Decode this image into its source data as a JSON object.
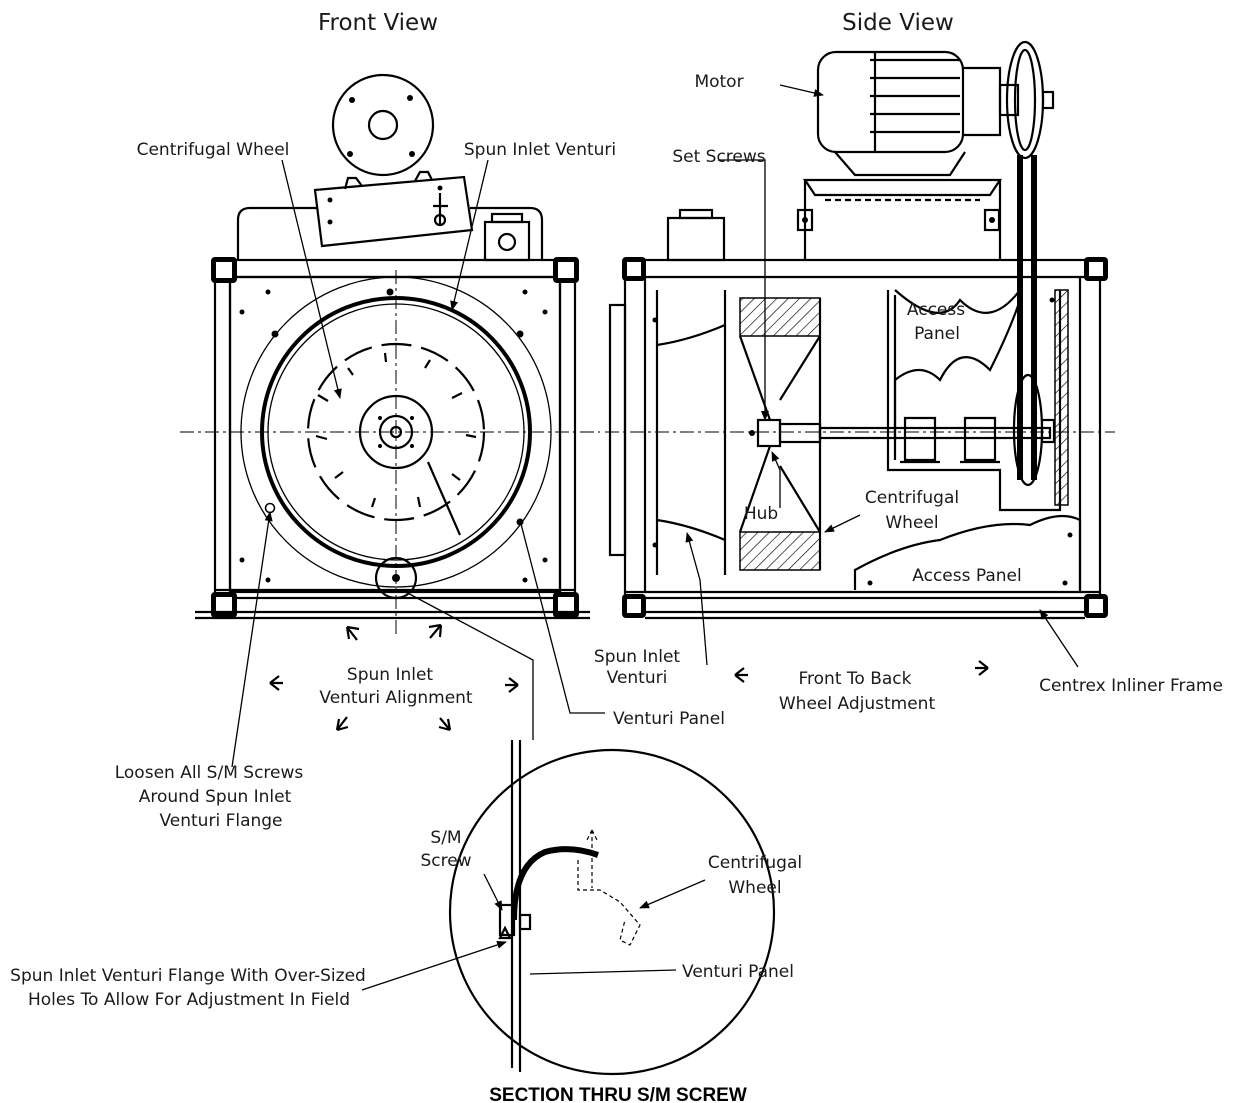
{
  "titles": {
    "front_view": "Front View",
    "side_view": "Side View",
    "section": "SECTION THRU S/M SCREW"
  },
  "labels": {
    "motor": "Motor",
    "set_screws": "Set Screws",
    "centrifugal_wheel_front": "Centrifugal Wheel",
    "spun_inlet_venturi_front": "Spun Inlet Venturi",
    "access_panel_top": [
      "Access",
      "Panel"
    ],
    "access_panel_bottom": "Access Panel",
    "hub": "Hub",
    "centrifugal_wheel_side": [
      "Centrifugal",
      "Wheel"
    ],
    "spun_inlet_venturi_side": [
      "Spun Inlet",
      "Venturi"
    ],
    "front_to_back": [
      "Front To Back",
      "Wheel Adjustment"
    ],
    "centrex_frame": "Centrex Inliner Frame",
    "venturi_alignment": [
      "Spun Inlet",
      "Venturi Alignment"
    ],
    "venturi_panel": "Venturi Panel",
    "loosen_screws": [
      "Loosen All S/M Screws",
      "Around Spun Inlet",
      "Venturi Flange"
    ],
    "sm_screw": [
      "S/M",
      "Screw"
    ],
    "centrifugal_wheel_detail": [
      "Centrifugal",
      "Wheel"
    ],
    "flange_note": [
      "Spun Inlet Venturi Flange With Over-Sized",
      "Holes To Allow For Adjustment In Field"
    ],
    "venturi_panel_detail": "Venturi Panel"
  }
}
